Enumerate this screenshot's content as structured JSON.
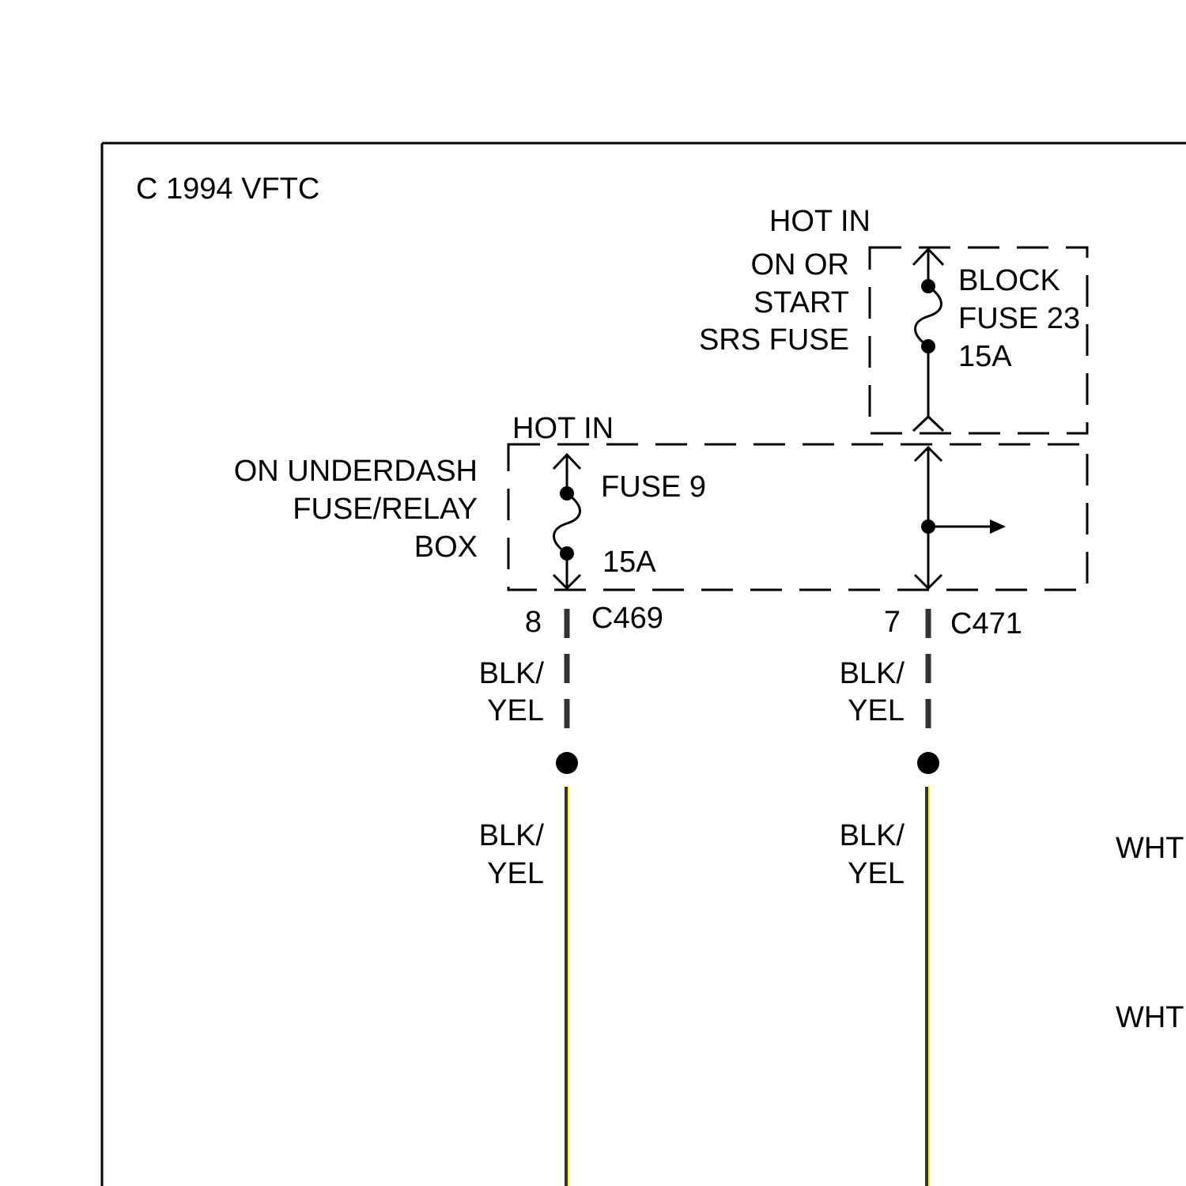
{
  "copyright": "C  1994 VFTC",
  "srs_fuse": {
    "source_lines": [
      "HOT IN",
      "ON OR",
      "START",
      "SRS FUSE"
    ],
    "fuse_lines": [
      "BLOCK",
      "FUSE 23",
      "15A"
    ]
  },
  "underdash_box": {
    "source_line": "HOT IN",
    "box_lines": [
      "ON UNDERDASH",
      "FUSE/RELAY",
      "BOX"
    ],
    "fuse_name": "FUSE 9",
    "fuse_rating": "15A"
  },
  "connectors": [
    {
      "pin": "8",
      "name": "C469"
    },
    {
      "pin": "7",
      "name": "C471"
    }
  ],
  "wires": {
    "left_upper": [
      "BLK/",
      "YEL"
    ],
    "left_lower": [
      "BLK/",
      "YEL"
    ],
    "right_upper": [
      "BLK/",
      "YEL"
    ],
    "right_lower": [
      "BLK/",
      "YEL"
    ],
    "edge_labels": [
      "WHT",
      "WHT"
    ]
  },
  "colors": {
    "wire_dark": "#333333",
    "wire_yellow": "#ffff00",
    "ink": "#000000",
    "background": "#ffffff"
  }
}
